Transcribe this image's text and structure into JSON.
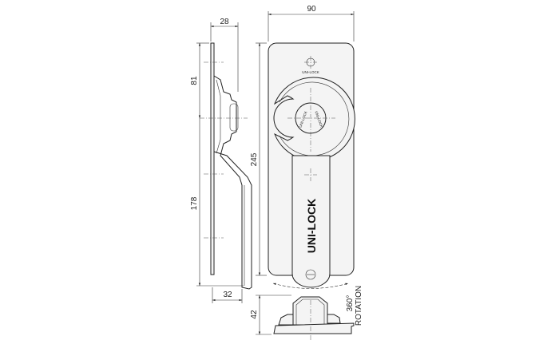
{
  "drawing": {
    "dimensions": {
      "width_front": "90",
      "height_front": "245",
      "depth_side": "28",
      "upper_side": "81",
      "lower_side": "178",
      "handle_offset": "32",
      "base_height": "42"
    },
    "labels": {
      "brand_small": "UNI-LOCK",
      "brand_handle": "UNI-LOCK",
      "hub_text": "UNI-LOCK",
      "rotation_degrees": "360°",
      "rotation_word": "ROTATION"
    },
    "colors": {
      "line": "#222222",
      "background": "#ffffff"
    }
  }
}
